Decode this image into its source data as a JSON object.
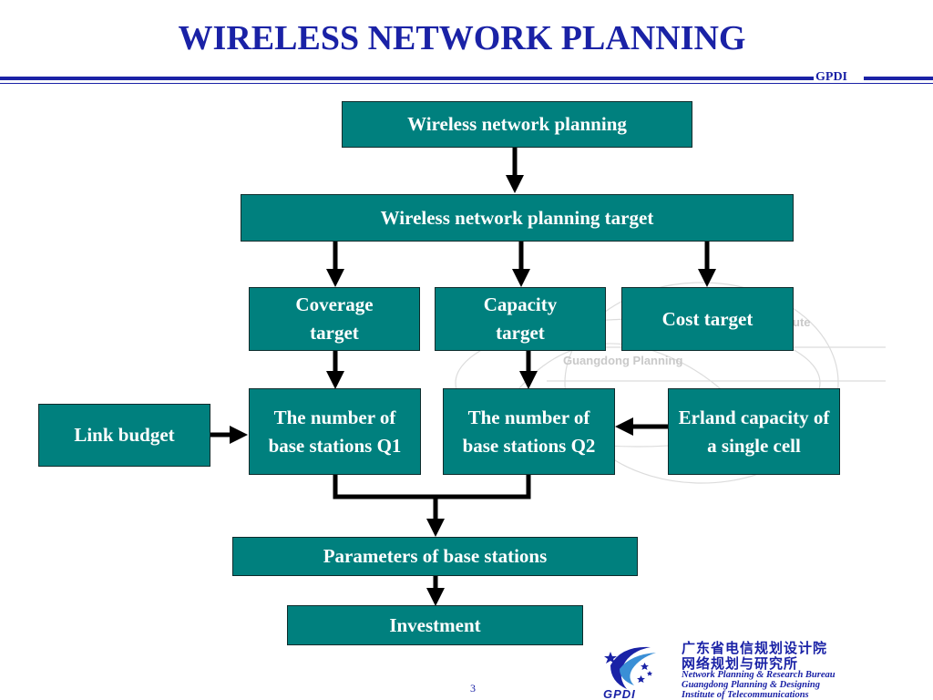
{
  "slide": {
    "title": "WIRELESS NETWORK PLANNING",
    "tag": "GPDI",
    "page_number": "3"
  },
  "watermark": {
    "line1": "ute",
    "line2": "Guangdong Planning"
  },
  "diagram": {
    "nodes": {
      "planning": "Wireless network  planning",
      "planning_target": "Wireless network  planning target",
      "coverage_target": "Coverage target",
      "capacity_target": "Capacity target",
      "cost_target": "Cost target",
      "link_budget": "Link budget",
      "base_stations_q1": "The number of base stations Q1",
      "base_stations_q2": "The number of base stations Q2",
      "erland_capacity": "Erland capacity of a single cell",
      "parameters": "Parameters of base stations",
      "investment": "Investment"
    }
  },
  "logo": {
    "cn_line1": "广东省电信规划设计院",
    "cn_line2": "网络规划与研究所",
    "en_line1": "Network Planning & Research Bureau",
    "en_line2": "Guangdong Planning & Designing",
    "en_line3": "Institute of Telecommunications",
    "mark_text": "GPDI"
  },
  "colors": {
    "title": "#1a22a6",
    "box_fill": "#00807e",
    "box_text": "#ffffff",
    "arrow": "#000000"
  }
}
